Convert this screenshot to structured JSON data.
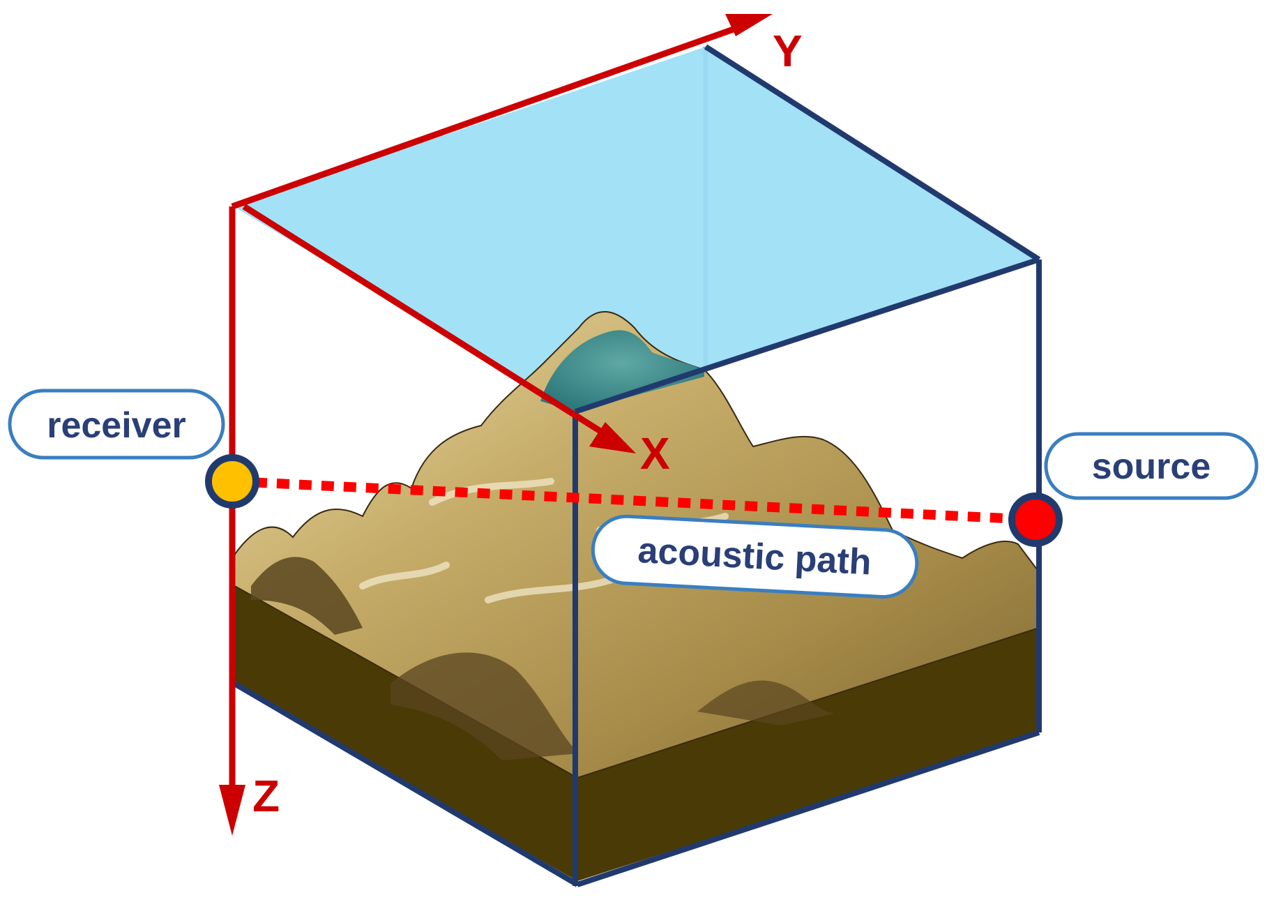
{
  "axes": {
    "x_label": "X",
    "y_label": "Y",
    "z_label": "Z"
  },
  "labels": {
    "receiver": "receiver",
    "source": "source",
    "acoustic_path": "acoustic path"
  },
  "colors": {
    "axis_red": "#cc0000",
    "box_blue": "#213a6e",
    "water_top": "#9edff5",
    "terrain_light": "#c9b57a",
    "terrain_dark": "#4a3a1a",
    "sediment": "#4a3a05",
    "receiver_marker": "#ffc000",
    "source_marker": "#ff0000",
    "label_border": "#3a7ec0",
    "label_text": "#2a3f78"
  }
}
